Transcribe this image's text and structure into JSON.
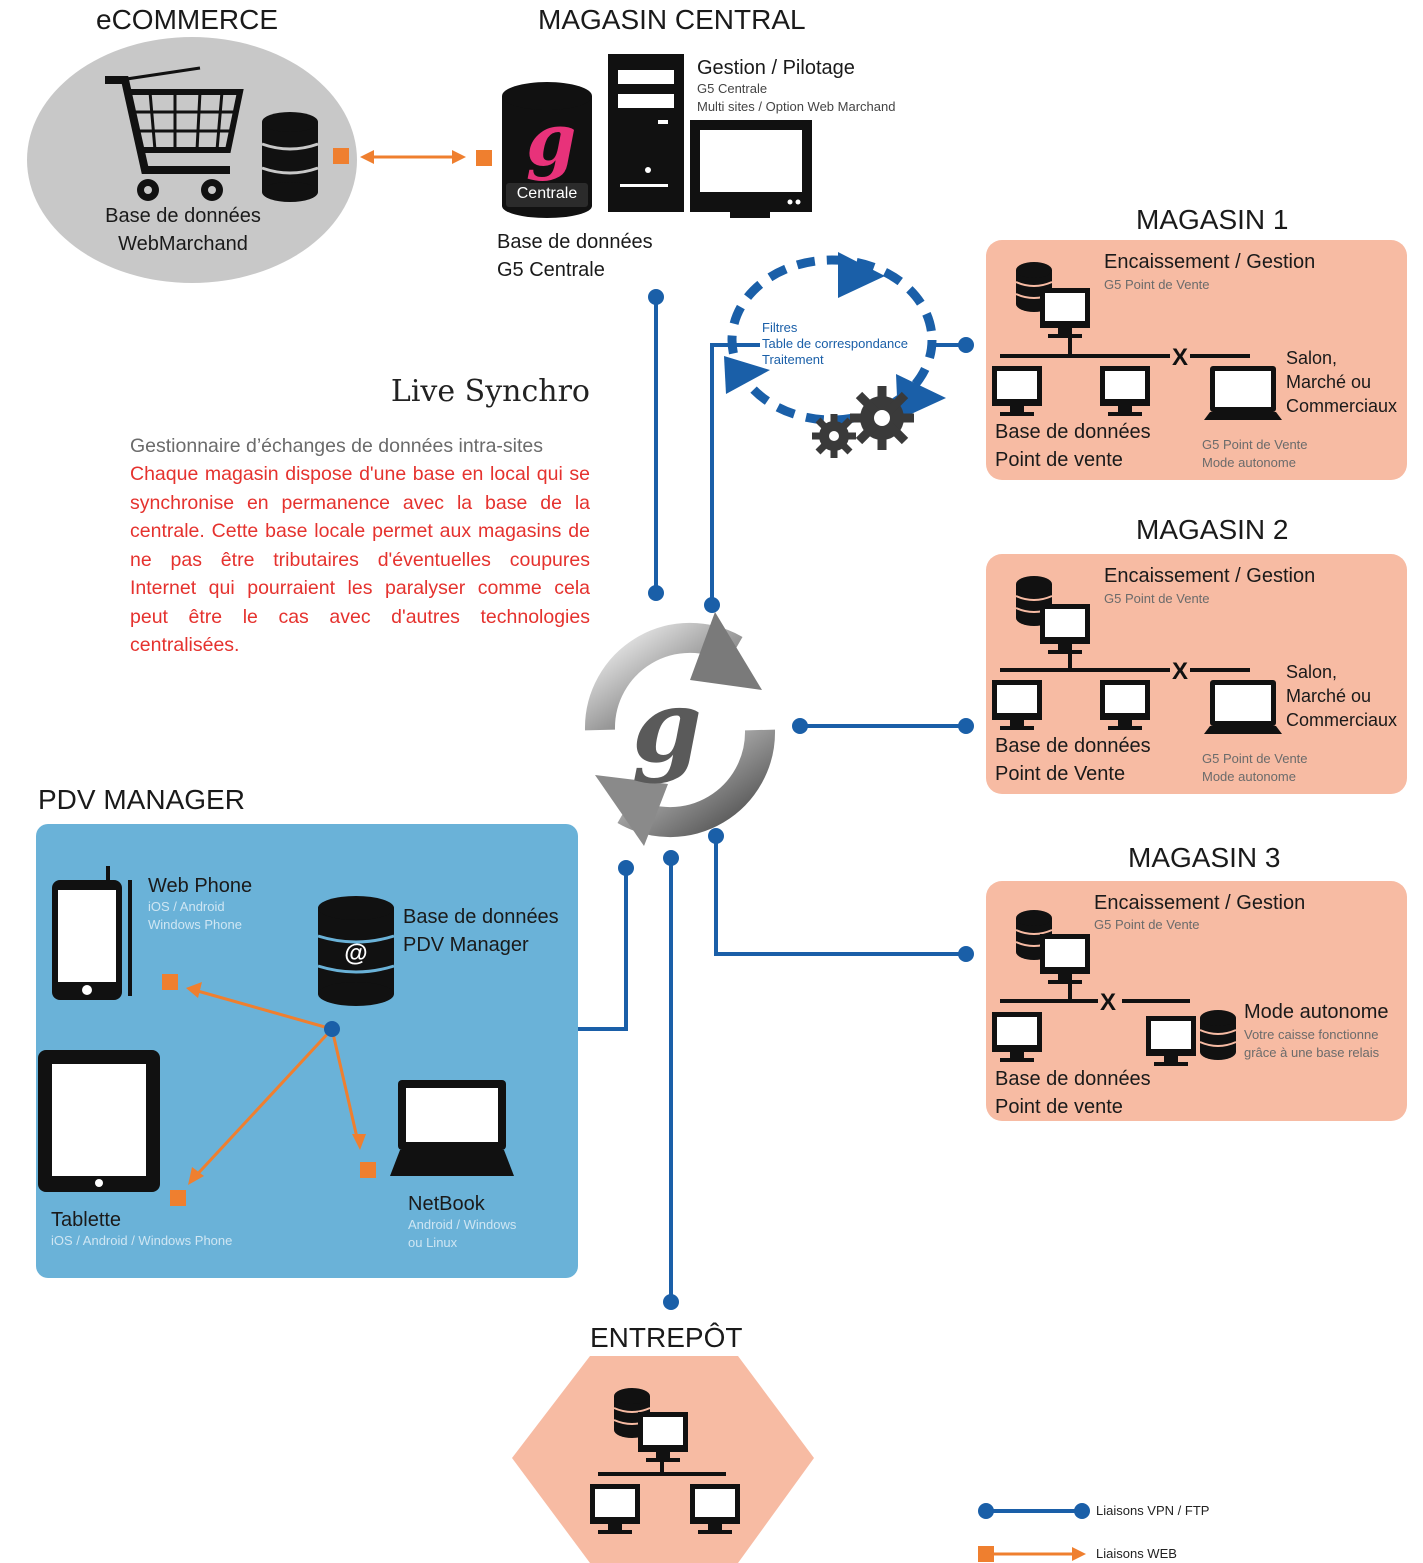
{
  "ecommerce": {
    "title": "eCOMMERCE",
    "db_label_1": "Base de données",
    "db_label_2": "WebMarchand"
  },
  "central": {
    "title": "MAGASIN CENTRAL",
    "heading": "Gestion / Pilotage",
    "sub1": "G5 Centrale",
    "sub2": "Multi sites / Option Web Marchand",
    "db_label_1": "Base de données",
    "db_label_2": "G5 Centrale",
    "badge": "Centrale",
    "logo_letter": "g"
  },
  "sync": {
    "filters_1": "Filtres",
    "filters_2": "Table de correspondance",
    "filters_3": "Traitement",
    "title": "Live Synchro",
    "subtitle": "Gestionnaire d’échanges de données intra-sites",
    "description": "Chaque magasin dispose d'une base en local qui se synchronise en permanence avec la base de la centrale. Cette base locale permet aux magasins de ne pas être tributaires d'éventuelles coupures Internet qui pourraient les paralyser comme cela peut être le cas avec d'autres technologies centralisées.",
    "hub_letter": "g"
  },
  "stores": [
    {
      "title": "MAGASIN 1",
      "heading": "Encaissement / Gestion",
      "sub": "G5 Point de Vente",
      "side_1": "Salon,",
      "side_2": "Marché ou",
      "side_3": "Commerciaux",
      "db_1": "Base de données",
      "db_2": "Point de vente",
      "note_1": "G5 Point de Vente",
      "note_2": "Mode  autonome"
    },
    {
      "title": "MAGASIN 2",
      "heading": "Encaissement / Gestion",
      "sub": "G5 Point de Vente",
      "side_1": "Salon,",
      "side_2": "Marché ou",
      "side_3": "Commerciaux",
      "db_1": "Base de données",
      "db_2": "Point de Vente",
      "note_1": "G5 Point de Vente",
      "note_2": "Mode  autonome"
    },
    {
      "title": "MAGASIN 3",
      "heading": "Encaissement / Gestion",
      "sub": "G5 Point de Vente",
      "side_title": "Mode autonome",
      "side_1": "Votre caisse fonctionne",
      "side_2": "grâce à une base relais",
      "db_1": "Base de données",
      "db_2": "Point de vente"
    }
  ],
  "pdv": {
    "title": "PDV MANAGER",
    "phone_title": "Web Phone",
    "phone_sub1": "iOS / Android",
    "phone_sub2": "Windows Phone",
    "db_1": "Base de données",
    "db_2": "PDV Manager",
    "db_symbol": "@",
    "tablet_title": "Tablette",
    "tablet_sub": "iOS / Android / Windows Phone",
    "netbook_title": "NetBook",
    "netbook_sub1": "Android / Windows",
    "netbook_sub2": "ou Linux"
  },
  "warehouse": {
    "title": "ENTREPÔT"
  },
  "legend": {
    "vpn": "Liaisons VPN / FTP",
    "web": "Liaisons WEB"
  },
  "colors": {
    "vpn_line": "#1a5fa8",
    "web_line": "#ef7f2f",
    "store_bg": "#f7bba3",
    "pdv_bg": "#6ab2d8",
    "ecommerce_bg": "#c8c8c8",
    "red_text": "#e5322e"
  }
}
